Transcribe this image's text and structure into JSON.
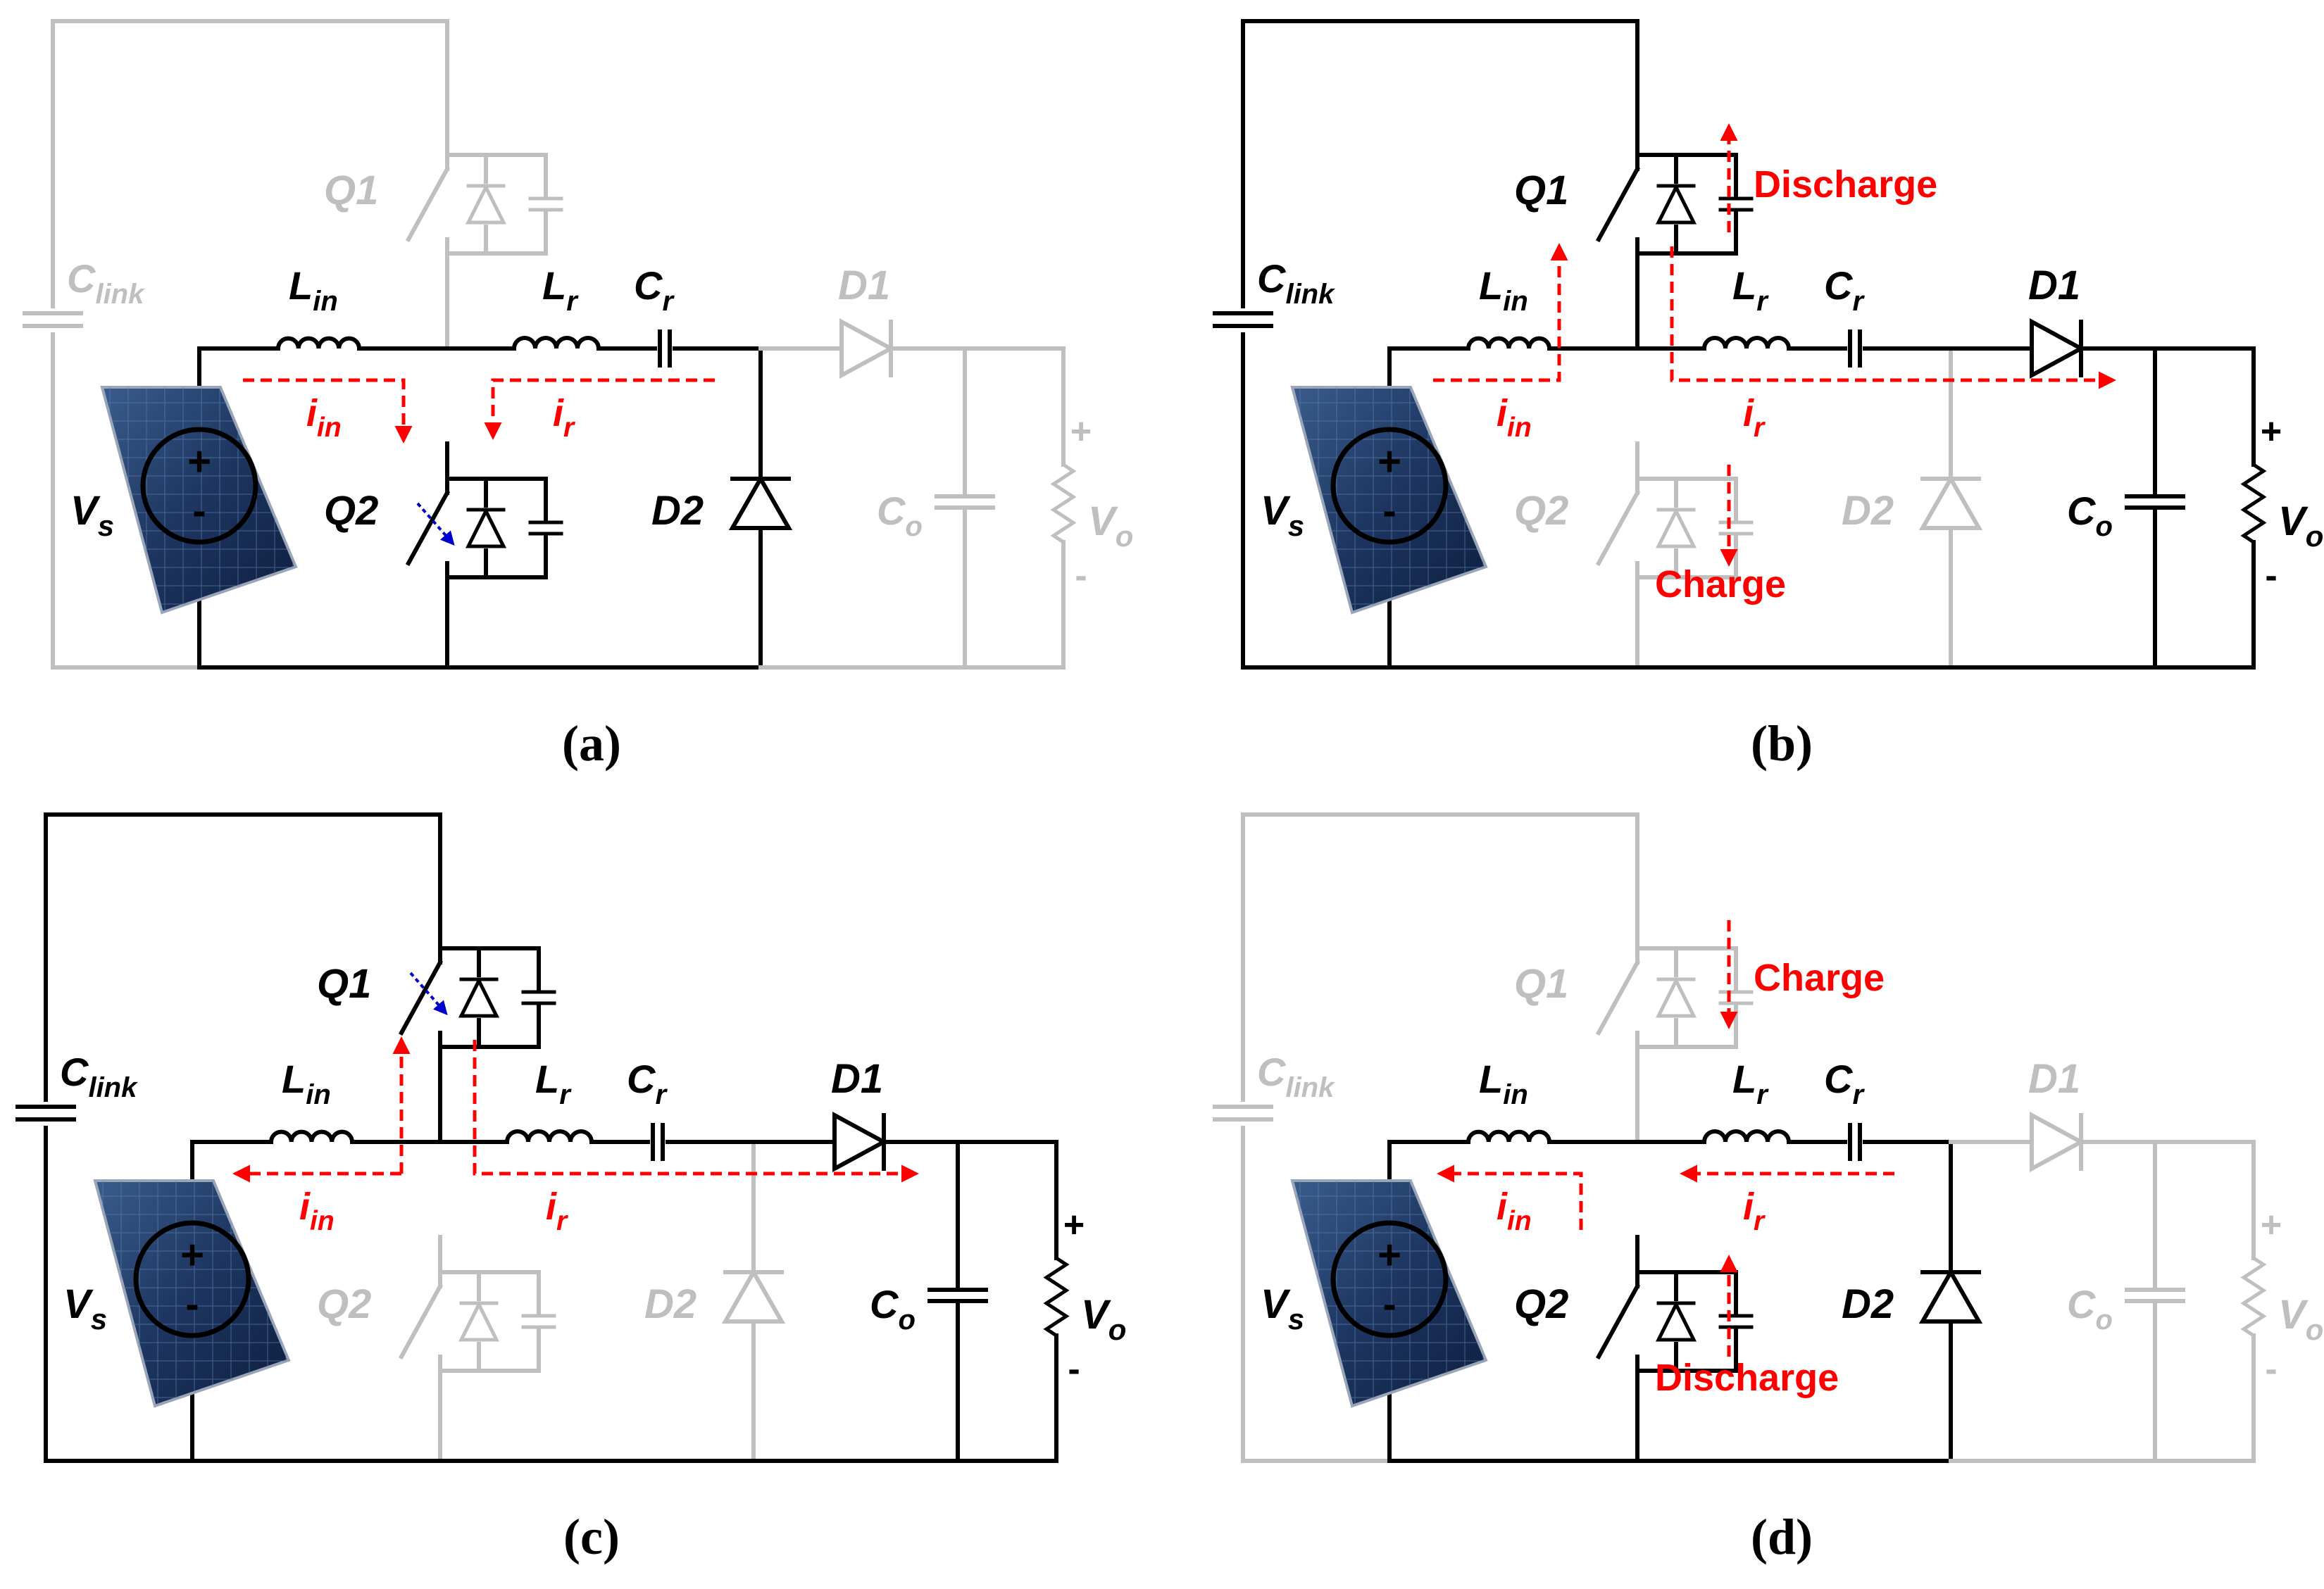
{
  "figure": {
    "colors": {
      "active": "#000000",
      "inactive": "#bfbfbf",
      "current": "#ff0000",
      "gate_arrow": "#0000cc"
    },
    "labels": {
      "q1": "Q1",
      "q2": "Q2",
      "d1": "D1",
      "d2": "D2",
      "c_base": "C",
      "link_sub": "link",
      "r_sub": "r",
      "o_sub": "o",
      "in_sub": "in",
      "s_sub": "s",
      "l_base": "L",
      "v_base": "V",
      "i_base": "i",
      "plus": "+",
      "minus": "-",
      "src_plus": "+",
      "src_minus": "-"
    },
    "panels": [
      {
        "id": "a",
        "caption": "(a)",
        "active": {
          "clink": false,
          "q1": false,
          "q2": true,
          "d1": false,
          "d2": true,
          "co": false,
          "loop_top": false,
          "output": false
        },
        "gate_arrow": "q2",
        "currents": {
          "iin": "down",
          "ir": "down-left"
        },
        "notes": []
      },
      {
        "id": "b",
        "caption": "(b)",
        "active": {
          "clink": true,
          "q1": true,
          "q2": false,
          "d1": true,
          "d2": false,
          "co": true,
          "loop_top": true,
          "output": true
        },
        "gate_arrow": "",
        "currents": {
          "iin": "up",
          "ir": "right"
        },
        "notes": [
          {
            "text": "Discharge",
            "at": "q1",
            "dir": "up"
          },
          {
            "text": "Charge",
            "at": "q2",
            "dir": "down"
          }
        ]
      },
      {
        "id": "c",
        "caption": "(c)",
        "active": {
          "clink": true,
          "q1": true,
          "q2": false,
          "d1": true,
          "d2": false,
          "co": true,
          "loop_top": true,
          "output": true
        },
        "gate_arrow": "q1",
        "currents": {
          "iin": "up-left",
          "ir": "right"
        },
        "notes": []
      },
      {
        "id": "d",
        "caption": "(d)",
        "active": {
          "clink": false,
          "q1": false,
          "q2": true,
          "d1": false,
          "d2": true,
          "co": false,
          "loop_top": false,
          "output": false
        },
        "gate_arrow": "",
        "currents": {
          "iin": "left-up",
          "ir": "left"
        },
        "notes": [
          {
            "text": "Charge",
            "at": "q1",
            "dir": "down"
          },
          {
            "text": "Discharge",
            "at": "q2",
            "dir": "up"
          }
        ]
      }
    ]
  }
}
